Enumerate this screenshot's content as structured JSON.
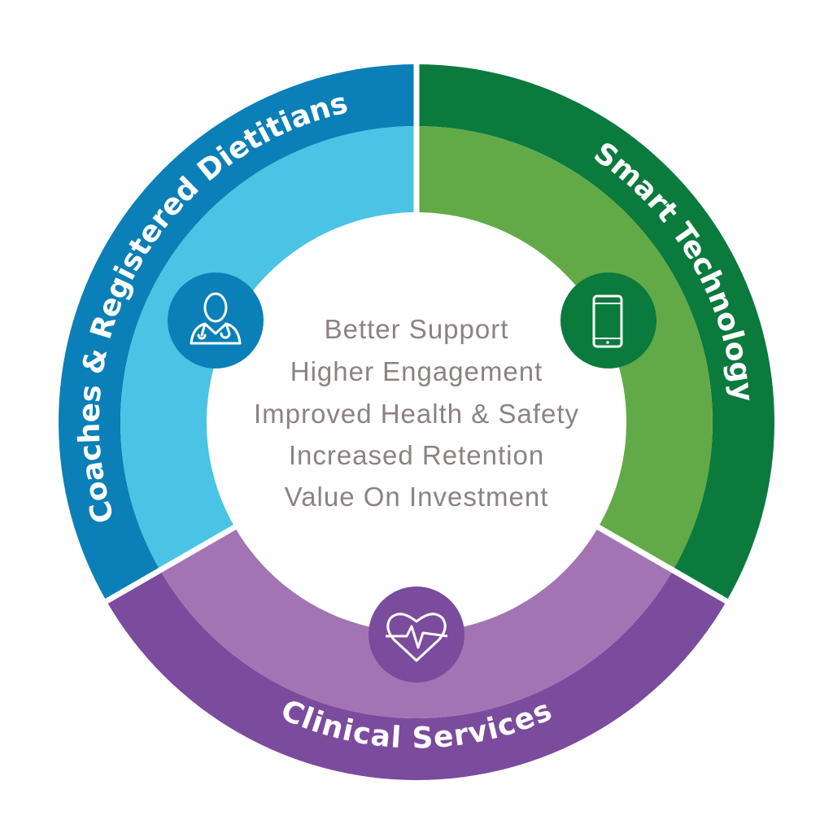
{
  "segments": [
    {
      "label": "Coaches & Registered Dietitians",
      "icon": "doctor-icon",
      "outer_color": "#0b7fb7",
      "inner_color": "#4ac3e4"
    },
    {
      "label": "Smart Technology",
      "icon": "smartphone-icon",
      "outer_color": "#0a7a3d",
      "inner_color": "#62aa47"
    },
    {
      "label": "Clinical Services",
      "icon": "heart-pulse-icon",
      "outer_color": "#7b4b9d",
      "inner_color": "#a274b4"
    }
  ],
  "center": {
    "lines": [
      "Better Support",
      "Higher Engagement",
      "Improved Health & Safety",
      "Increased Retention",
      "Value On Investment"
    ],
    "text_color": "#8c8282"
  }
}
